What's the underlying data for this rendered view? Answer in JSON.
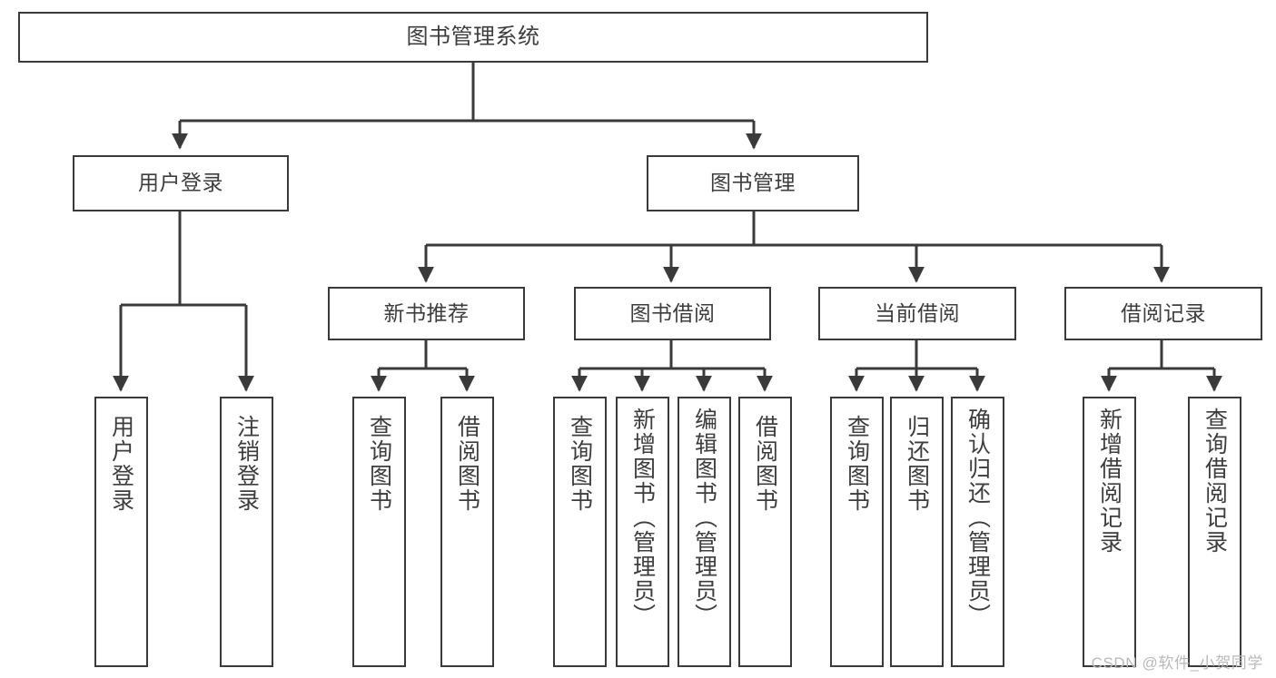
{
  "diagram": {
    "title": "图书管理系统",
    "watermark": "CSDN @软件_小贺同学",
    "colors": {
      "stroke": "#3a3a3a",
      "text": "#3d3d3d",
      "background": "#ffffff",
      "watermark": "#b9b9b9"
    },
    "root": {
      "label": "图书管理系统"
    },
    "level2": [
      {
        "label": "用户登录"
      },
      {
        "label": "图书管理"
      }
    ],
    "level3": [
      {
        "label": "新书推荐"
      },
      {
        "label": "图书借阅"
      },
      {
        "label": "当前借阅"
      },
      {
        "label": "借阅记录"
      }
    ],
    "leaves": {
      "user_login": [
        {
          "label": "用户登录"
        },
        {
          "label": "注销登录"
        }
      ],
      "new_book": [
        {
          "label": "查询图书"
        },
        {
          "label": "借阅图书"
        }
      ],
      "book_borrow": [
        {
          "label": "查询图书"
        },
        {
          "label": "新增图书（管理员）"
        },
        {
          "label": "编辑图书（管理员）"
        },
        {
          "label": "借阅图书"
        }
      ],
      "current_borrow": [
        {
          "label": "查询图书"
        },
        {
          "label": "归还图书"
        },
        {
          "label": "确认归还（管理员）"
        }
      ],
      "borrow_record": [
        {
          "label": "新增借阅记录"
        },
        {
          "label": "查询借阅记录"
        }
      ]
    }
  }
}
